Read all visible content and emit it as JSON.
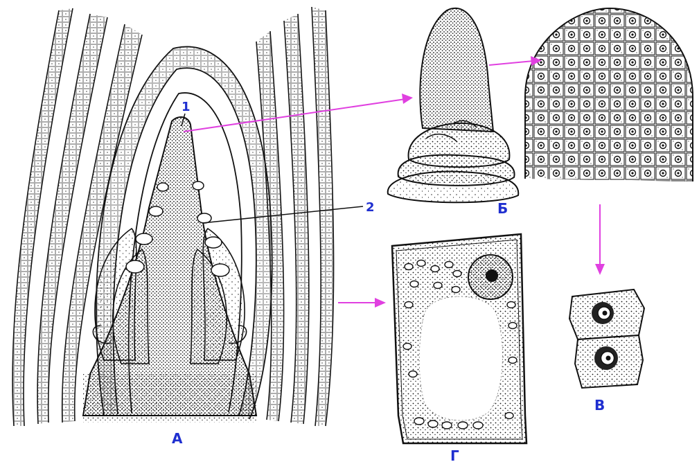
{
  "figure": {
    "panels": [
      {
        "id": "A",
        "label": "А"
      },
      {
        "id": "B",
        "label": "Б"
      },
      {
        "id": "V",
        "label": "В"
      },
      {
        "id": "G",
        "label": "Г"
      }
    ],
    "callouts": [
      {
        "id": "1",
        "label": "1"
      },
      {
        "id": "2",
        "label": "2"
      }
    ],
    "colors": {
      "ink": "#111111",
      "arrow": "#e040e0",
      "label": "#1f2fd0",
      "background": "#ffffff"
    }
  }
}
